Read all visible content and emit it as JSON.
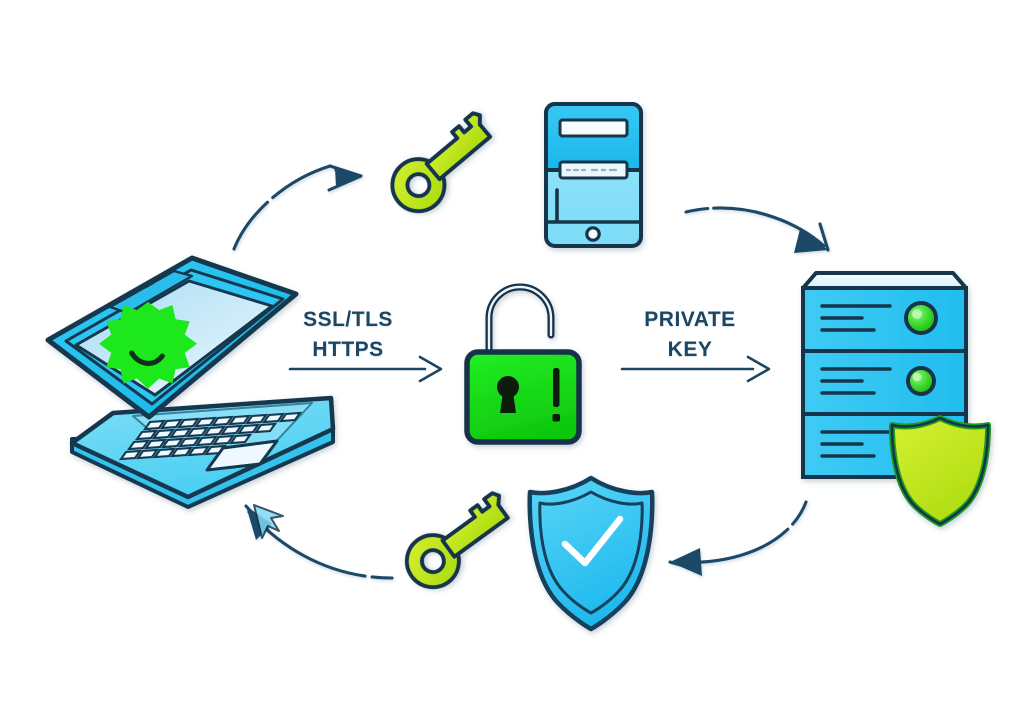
{
  "diagram": {
    "title": "SSL/TLS HTTPS secure connection cycle",
    "background_color": "#ffffff",
    "labels": [
      {
        "id": "ssl_tls",
        "line1": "SSL/TLS",
        "line2": "HTTPS",
        "text": "SSL/TLS\nHTTPS",
        "color": "#1d4663"
      },
      {
        "id": "private_key",
        "line1": "PRIVATE",
        "line2": "KEY",
        "text": "PRIVATE\nKEY",
        "color": "#1d4663"
      }
    ],
    "nodes": [
      {
        "id": "laptop",
        "name": "laptop-client",
        "icon": "laptop-icon",
        "badge": "gear-icon",
        "badge_color": "#1EE81E",
        "body_color": "#4ED4F5",
        "outline_color": "#14384f"
      },
      {
        "id": "key_top",
        "name": "key-top",
        "icon": "key-icon",
        "color": "#C6E81E",
        "outline_color": "#16364c"
      },
      {
        "id": "tower",
        "name": "computer-tower",
        "icon": "tower-icon",
        "color": "#29C2F0",
        "outline_color": "#16364c"
      },
      {
        "id": "server",
        "name": "server-rack",
        "icon": "server-icon",
        "color": "#2CC3F2",
        "outline_color": "#16364c",
        "led_color": "#3ED62E",
        "units": 3
      },
      {
        "id": "server_shield",
        "name": "server-shield-badge",
        "icon": "shield-icon",
        "color": "#C6E81E",
        "outline_color": "#16364c"
      },
      {
        "id": "padlock",
        "name": "open-padlock",
        "icon": "padlock-open-icon",
        "color": "#17DB17",
        "outline_color": "#16304a",
        "mark": "!"
      },
      {
        "id": "shield_check",
        "name": "shield-check",
        "icon": "shield-check-icon",
        "color": "#39C6F2",
        "outline_color": "#15405c",
        "check_color": "#ffffff"
      },
      {
        "id": "key_bottom",
        "name": "key-bottom",
        "icon": "key-icon",
        "color": "#C6E81E",
        "outline_color": "#16364c"
      }
    ],
    "arrows": [
      {
        "id": "arrow_straight_1",
        "name": "arrow-laptop-to-padlock",
        "style": "straight",
        "direction": "right",
        "color": "#1d4663"
      },
      {
        "id": "arrow_straight_2",
        "name": "arrow-padlock-to-server",
        "style": "straight",
        "direction": "right",
        "color": "#1d4663"
      },
      {
        "id": "arrow_curve_tl",
        "name": "arrow-curved-top-left",
        "style": "curved",
        "direction": "up-right",
        "color": "#1c4a68"
      },
      {
        "id": "arrow_curve_tr",
        "name": "arrow-curved-top-right",
        "style": "curved",
        "direction": "down-right",
        "color": "#1c4a68"
      },
      {
        "id": "arrow_curve_br",
        "name": "arrow-curved-bottom-right",
        "style": "curved",
        "direction": "down-left",
        "color": "#1c4a68"
      },
      {
        "id": "arrow_curve_bl",
        "name": "arrow-curved-bottom-left",
        "style": "curved",
        "direction": "up-left",
        "color": "#1c4a68"
      }
    ],
    "palette": {
      "cyan": "#2CC3F2",
      "cyan_light": "#8FE2F8",
      "cyan_pale": "#BFEDFB",
      "green": "#17DB17",
      "green_bright": "#1EE81E",
      "lime": "#C6E81E",
      "navy": "#16364c",
      "navy_text": "#1d4663",
      "white": "#ffffff"
    }
  }
}
